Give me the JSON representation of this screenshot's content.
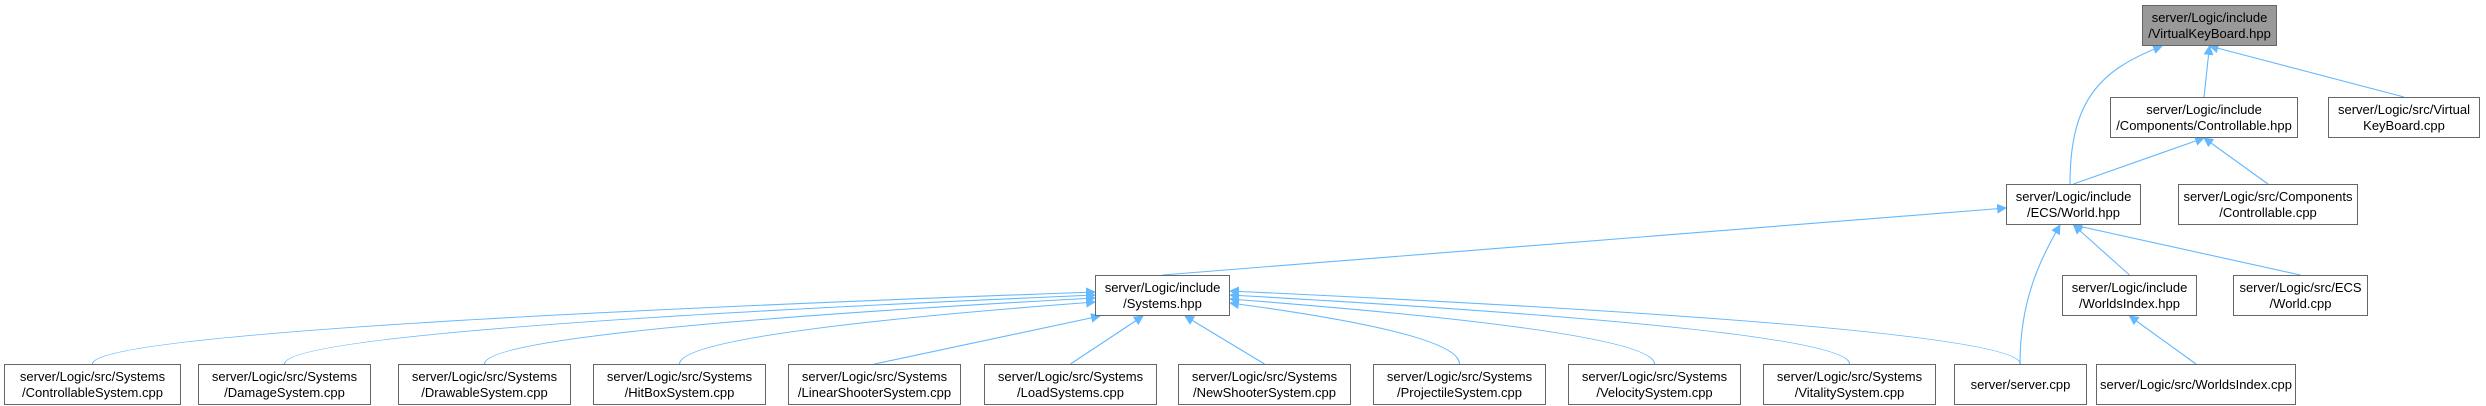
{
  "graph": {
    "edge_color": "#63b8ff",
    "root_fill": "#999999",
    "node_border": "#666666",
    "nodes": [
      {
        "id": "vkb_hpp",
        "lines": [
          "server/Logic/include",
          "/VirtualKeyBoard.hpp"
        ],
        "root": true
      },
      {
        "id": "controllable_hpp",
        "lines": [
          "server/Logic/include",
          "/Components/Controllable.hpp"
        ]
      },
      {
        "id": "vkb_cpp",
        "lines": [
          "server/Logic/src/Virtual",
          "KeyBoard.cpp"
        ]
      },
      {
        "id": "world_hpp",
        "lines": [
          "server/Logic/include",
          "/ECS/World.hpp"
        ]
      },
      {
        "id": "controllable_cpp",
        "lines": [
          "server/Logic/src/Components",
          "/Controllable.cpp"
        ]
      },
      {
        "id": "systems_hpp",
        "lines": [
          "server/Logic/include",
          "/Systems.hpp"
        ]
      },
      {
        "id": "worldsindex_hpp",
        "lines": [
          "server/Logic/include",
          "/WorldsIndex.hpp"
        ]
      },
      {
        "id": "world_cpp",
        "lines": [
          "server/Logic/src/ECS",
          "/World.cpp"
        ]
      },
      {
        "id": "controllable_system",
        "lines": [
          "server/Logic/src/Systems",
          "/ControllableSystem.cpp"
        ]
      },
      {
        "id": "damage_system",
        "lines": [
          "server/Logic/src/Systems",
          "/DamageSystem.cpp"
        ]
      },
      {
        "id": "drawable_system",
        "lines": [
          "server/Logic/src/Systems",
          "/DrawableSystem.cpp"
        ]
      },
      {
        "id": "hitbox_system",
        "lines": [
          "server/Logic/src/Systems",
          "/HitBoxSystem.cpp"
        ]
      },
      {
        "id": "linearshooter_system",
        "lines": [
          "server/Logic/src/Systems",
          "/LinearShooterSystem.cpp"
        ]
      },
      {
        "id": "load_systems",
        "lines": [
          "server/Logic/src/Systems",
          "/LoadSystems.cpp"
        ]
      },
      {
        "id": "newshooter_system",
        "lines": [
          "server/Logic/src/Systems",
          "/NewShooterSystem.cpp"
        ]
      },
      {
        "id": "projectile_system",
        "lines": [
          "server/Logic/src/Systems",
          "/ProjectileSystem.cpp"
        ]
      },
      {
        "id": "velocity_system",
        "lines": [
          "server/Logic/src/Systems",
          "/VelocitySystem.cpp"
        ]
      },
      {
        "id": "vitality_system",
        "lines": [
          "server/Logic/src/Systems",
          "/VitalitySystem.cpp"
        ]
      },
      {
        "id": "server_cpp",
        "lines": [
          "server/server.cpp"
        ]
      },
      {
        "id": "worldsindex_cpp",
        "lines": [
          "server/Logic/src/WorldsIndex.cpp"
        ]
      }
    ],
    "edges": [
      {
        "from": "controllable_hpp",
        "to": "vkb_hpp"
      },
      {
        "from": "vkb_cpp",
        "to": "vkb_hpp"
      },
      {
        "from": "world_hpp",
        "to": "vkb_hpp"
      },
      {
        "from": "world_hpp",
        "to": "controllable_hpp"
      },
      {
        "from": "controllable_cpp",
        "to": "controllable_hpp"
      },
      {
        "from": "systems_hpp",
        "to": "world_hpp"
      },
      {
        "from": "worldsindex_hpp",
        "to": "world_hpp"
      },
      {
        "from": "world_cpp",
        "to": "world_hpp"
      },
      {
        "from": "server_cpp",
        "to": "world_hpp"
      },
      {
        "from": "controllable_system",
        "to": "systems_hpp"
      },
      {
        "from": "damage_system",
        "to": "systems_hpp"
      },
      {
        "from": "drawable_system",
        "to": "systems_hpp"
      },
      {
        "from": "hitbox_system",
        "to": "systems_hpp"
      },
      {
        "from": "linearshooter_system",
        "to": "systems_hpp"
      },
      {
        "from": "load_systems",
        "to": "systems_hpp"
      },
      {
        "from": "newshooter_system",
        "to": "systems_hpp"
      },
      {
        "from": "projectile_system",
        "to": "systems_hpp"
      },
      {
        "from": "velocity_system",
        "to": "systems_hpp"
      },
      {
        "from": "vitality_system",
        "to": "systems_hpp"
      },
      {
        "from": "server_cpp",
        "to": "systems_hpp"
      },
      {
        "from": "worldsindex_cpp",
        "to": "worldsindex_hpp"
      }
    ]
  }
}
